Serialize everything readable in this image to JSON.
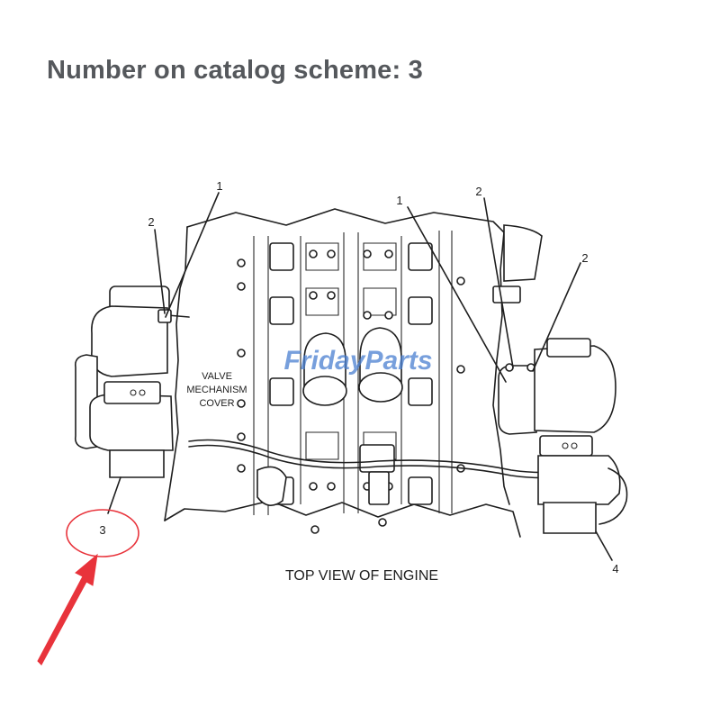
{
  "header": {
    "title": "Number on catalog scheme: 3"
  },
  "diagram": {
    "caption": "TOP VIEW OF ENGINE",
    "cover_label": [
      "VALVE",
      "MECHANISM",
      "COVER"
    ],
    "callouts": [
      "1",
      "2",
      "1",
      "2",
      "2",
      "3",
      "4"
    ],
    "watermark": "FridayParts",
    "highlight_color": "#e8333b",
    "watermark_color": "#4a7fd0"
  }
}
